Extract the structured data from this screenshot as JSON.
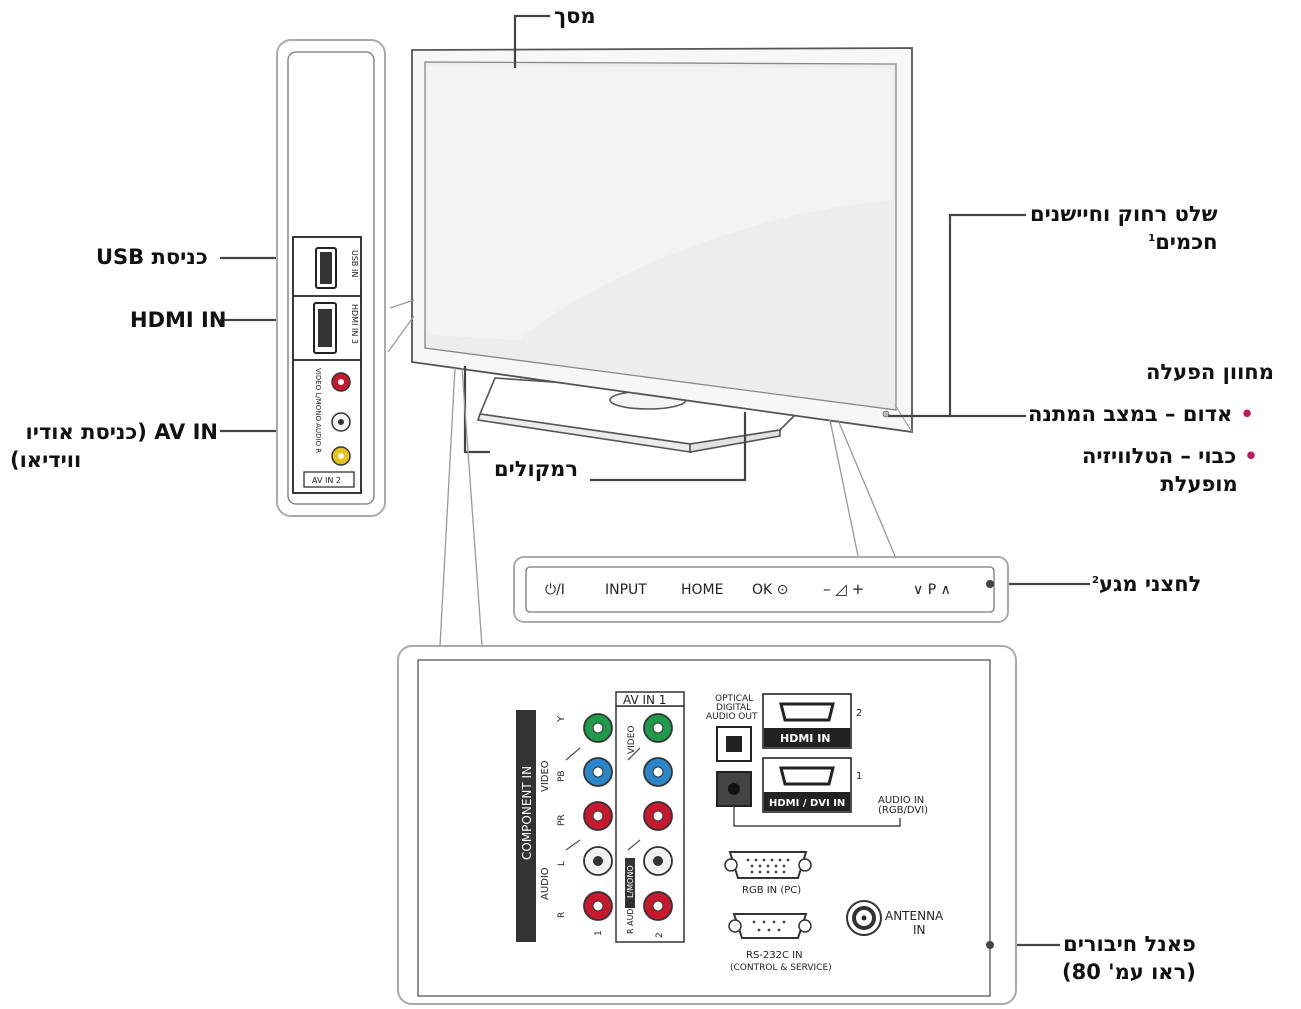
{
  "labels": {
    "screen": "מסך",
    "remote_sensor_line1": "שלט רחוק וחיישנים",
    "remote_sensor_line2": "חכמים",
    "remote_sensor_sup": "1",
    "power_indicator_title": "מחוון הפעלה",
    "power_red": "אדום – במצב המתנה",
    "power_off_line1": "כבוי – הטלוויזיה",
    "power_off_line2": "מופעלת",
    "speakers": "רמקולים",
    "touch_buttons": "לחצני מגע",
    "touch_buttons_sup": "2",
    "connection_panel_line1": "פאנל חיבורים",
    "connection_panel_line2": "(ראו עמ' 80)",
    "usb_input": "כניסת USB",
    "hdmi_in": "HDMI IN",
    "av_in_line1": "AV IN (כניסת אודיו",
    "av_in_line2": "ווידיאו)"
  },
  "touch_panel": {
    "power": "⏻/I",
    "input": "INPUT",
    "home": "HOME",
    "ok": "OK ⊙",
    "volume": "– ◿ +",
    "program": "∨ P ∧"
  },
  "side_panel": {
    "usb_text": "USB IN",
    "hdmi_text": "HDMI IN 3",
    "av_text": "VIDEO L/MONO AUDIO R",
    "av_badge": "AV IN 2"
  },
  "rear_panel": {
    "component_in": "COMPONENT IN",
    "video": "VIDEO",
    "audio": "AUDIO",
    "y": "Y",
    "pb": "PB",
    "pr": "PR",
    "l": "L",
    "r": "R",
    "one": "1",
    "av_in_1": "AV IN 1",
    "video_v": "VIDEO",
    "mono": "L/MONO",
    "r_audio": "R AUDIO",
    "two": "2",
    "optical_1": "OPTICAL",
    "optical_2": "DIGITAL",
    "optical_3": "AUDIO OUT",
    "hdmi_in_label": "HDMI IN",
    "hdmi_dvi_label": "HDMI / DVI IN",
    "hdmi_num2": "2",
    "hdmi_num1": "1",
    "audio_in_1": "AUDIO IN",
    "audio_in_2": "(RGB/DVI)",
    "rgb_in": "RGB IN (PC)",
    "antenna_1": "ANTENNA",
    "antenna_2": "IN",
    "rs232_1": "RS-232C IN",
    "rs232_2": "(CONTROL & SERVICE)"
  },
  "colors": {
    "green": "#1e9a4b",
    "blue": "#2a86c9",
    "red": "#c8182d",
    "yellow": "#e6c21c",
    "white_jack": "#f2f2f2",
    "bullet": "#c2185b",
    "line": "#444444"
  }
}
